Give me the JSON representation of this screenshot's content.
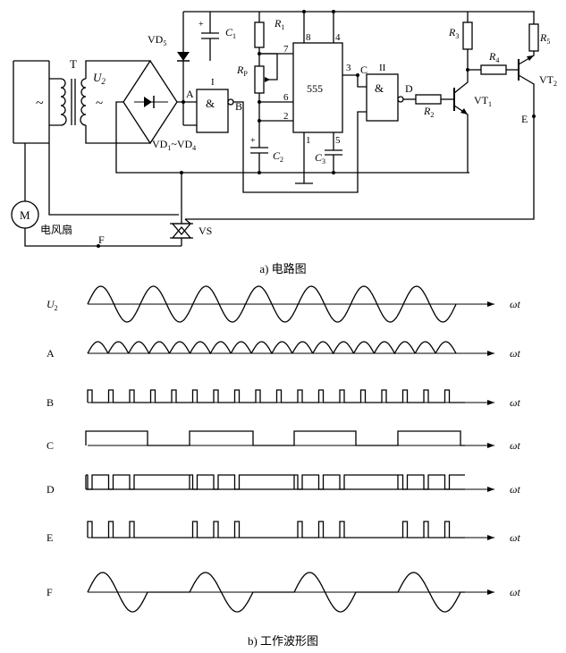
{
  "captions": {
    "circuit": "a) 电路图",
    "waveforms": "b) 工作波形图"
  },
  "circuit_labels": {
    "transformer": "T",
    "u2": "U",
    "u2_sub": "2",
    "tilde": "~",
    "vd5": "VD",
    "vd5_sub": "5",
    "c1": "C",
    "c1_sub": "1",
    "r1": "R",
    "r1_sub": "1",
    "rp": "R",
    "rp_sub": "P",
    "c2": "C",
    "c2_sub": "2",
    "c3": "C",
    "c3_sub": "3",
    "gate1": "I",
    "gate1_symbol": "&",
    "gate2": "II",
    "gate2_symbol": "&",
    "ic": "555",
    "pin8": "8",
    "pin4": "4",
    "pin7": "7",
    "pin6": "6",
    "pin2": "2",
    "pin1": "1",
    "pin5": "5",
    "pin3": "3",
    "node_a": "A",
    "node_b": "B",
    "node_c": "C",
    "node_d": "D",
    "node_e": "E",
    "node_f": "F",
    "bridge": "VD",
    "bridge_sub1": "1",
    "bridge_mid": "~VD",
    "bridge_sub2": "4",
    "r2": "R",
    "r2_sub": "2",
    "r3": "R",
    "r3_sub": "3",
    "r4": "R",
    "r4_sub": "4",
    "r5": "R",
    "r5_sub": "5",
    "vt1": "VT",
    "vt1_sub": "1",
    "vt2": "VT",
    "vt2_sub": "2",
    "motor": "M",
    "fan": "电风扇",
    "vs": "VS",
    "plus": "+"
  },
  "waveforms": [
    {
      "id": "U2",
      "label": "U",
      "label_sub": "2",
      "axis": "ωt",
      "kind": "sine",
      "cycles": 7
    },
    {
      "id": "A",
      "label": "A",
      "label_sub": "",
      "axis": "ωt",
      "kind": "rectified",
      "humps": 18
    },
    {
      "id": "B",
      "label": "B",
      "label_sub": "",
      "axis": "ωt",
      "kind": "pulses",
      "count": 18
    },
    {
      "id": "C",
      "label": "C",
      "label_sub": "",
      "axis": "ωt",
      "kind": "square",
      "high_intervals": [
        [
          0,
          3
        ],
        [
          6,
          9
        ],
        [
          12,
          15
        ],
        [
          18,
          21
        ]
      ]
    },
    {
      "id": "D",
      "label": "D",
      "label_sub": "",
      "axis": "ωt",
      "kind": "inverted-pulses"
    },
    {
      "id": "E",
      "label": "E",
      "label_sub": "",
      "axis": "ωt",
      "kind": "gated-pulses"
    },
    {
      "id": "F",
      "label": "F",
      "label_sub": "",
      "axis": "ωt",
      "kind": "gated-sine"
    }
  ]
}
